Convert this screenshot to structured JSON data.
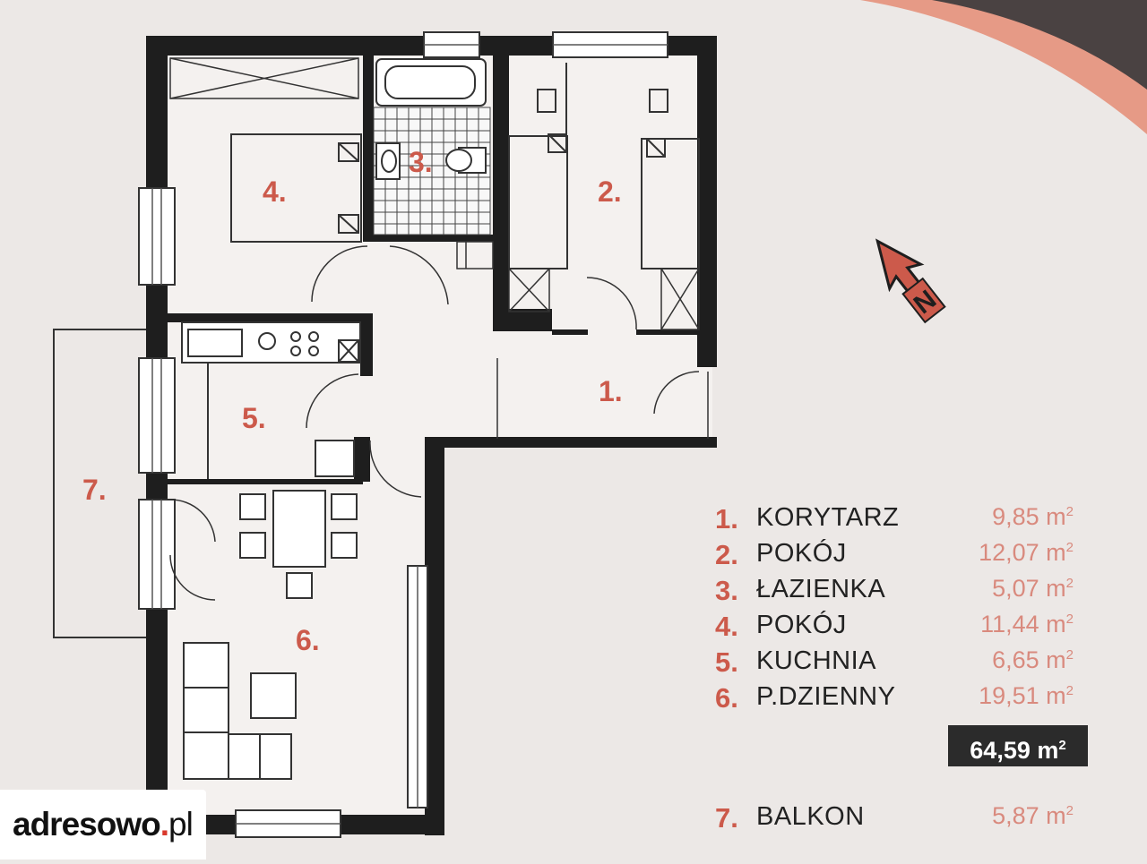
{
  "rooms": [
    {
      "number": "1.",
      "name": "KORYTARZ",
      "area": "9,85 m",
      "unit_sup": "2"
    },
    {
      "number": "2.",
      "name": "POKÓJ",
      "area": "12,07 m",
      "unit_sup": "2"
    },
    {
      "number": "3.",
      "name": "ŁAZIENKA",
      "area": "5,07 m",
      "unit_sup": "2"
    },
    {
      "number": "4.",
      "name": "POKÓJ",
      "area": "11,44 m",
      "unit_sup": "2"
    },
    {
      "number": "5.",
      "name": "KUCHNIA",
      "area": "6,65 m",
      "unit_sup": "2"
    },
    {
      "number": "6.",
      "name": "P.DZIENNY",
      "area": "19,51 m",
      "unit_sup": "2"
    }
  ],
  "total": {
    "value": "64,59 m",
    "unit_sup": "2"
  },
  "balcony": {
    "number": "7.",
    "name": "BALKON",
    "area": "5,87 m",
    "unit_sup": "2"
  },
  "plan_labels": [
    "1.",
    "2.",
    "3.",
    "4.",
    "5.",
    "6.",
    "7."
  ],
  "compass": {
    "label": "N"
  },
  "watermark": {
    "brand": "adresowo",
    "dot": ".",
    "tld": "pl"
  },
  "colors": {
    "accent": "#cc5a4b",
    "wall": "#1e1e1e",
    "paper": "#ece8e6",
    "arc": "#e69a86"
  }
}
